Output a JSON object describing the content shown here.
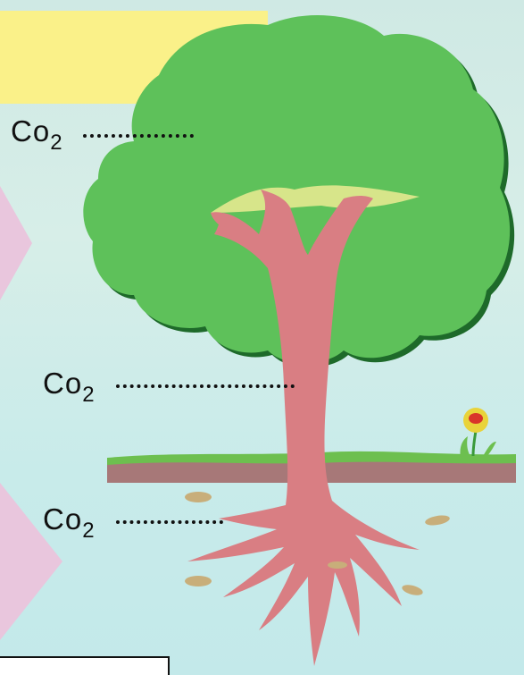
{
  "labels": {
    "top": {
      "main": "Co",
      "sub": "2"
    },
    "middle": {
      "main": "Co",
      "sub": "2"
    },
    "bottom": {
      "main": "Co",
      "sub": "2"
    }
  },
  "colors": {
    "canopy": "#5ec15a",
    "canopy_shadow": "#1e6a2a",
    "trunk": "#d97e83",
    "ground_top": "#6dbf4f",
    "ground_soil": "#a77878",
    "pebble": "#c8ae7a",
    "yellow_band": "#faf189",
    "pink_arrow": "#e9c6dd",
    "flower": "#e9d33a",
    "flower_center": "#d9342a"
  }
}
